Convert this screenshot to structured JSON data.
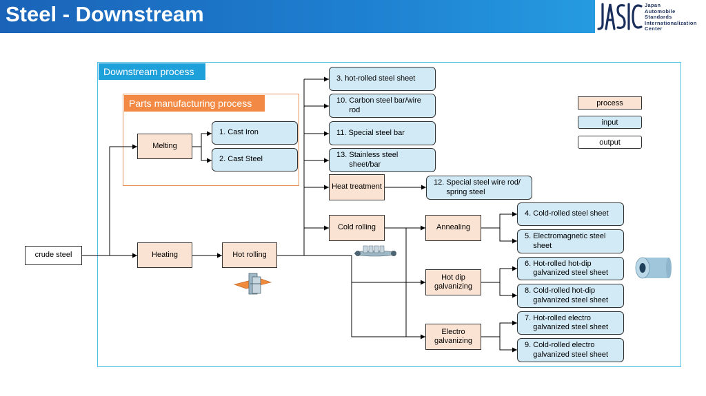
{
  "header": {
    "title": "Steel - Downstream",
    "logo": {
      "mark": "JASIC",
      "lines": [
        "Japan",
        "Automobile",
        "Standards",
        "Internationalization",
        "Center"
      ]
    }
  },
  "diagram": {
    "outer_label": "Downstream process",
    "parts_label": "Parts manufacturing process",
    "legend": {
      "process": "process",
      "input": "input",
      "output": "output"
    },
    "nodes": {
      "crude_steel": "crude steel",
      "melting": "Melting",
      "heating": "Heating",
      "hot_rolling": "Hot rolling",
      "heat_treatment": "Heat treatment",
      "cold_rolling": "Cold rolling",
      "annealing": "Annealing",
      "hot_dip_galvanizing": "Hot dip galvanizing",
      "electro_galvanizing": "Electro galvanizing"
    },
    "products": {
      "cast_iron": {
        "num": "1.",
        "label": "Cast Iron"
      },
      "cast_steel": {
        "num": "2.",
        "label": "Cast Steel"
      },
      "p3": {
        "num": "3.",
        "label": "hot-rolled steel sheet"
      },
      "p10": {
        "num": "10.",
        "label": "Carbon steel bar/wire rod"
      },
      "p11": {
        "num": "11.",
        "label": "Special steel bar"
      },
      "p13": {
        "num": "13.",
        "label": "Stainless steel sheet/bar"
      },
      "p12": {
        "num": "12.",
        "label": "Special steel wire rod/ spring steel"
      },
      "p4": {
        "num": "4.",
        "label": "Cold-rolled steel sheet"
      },
      "p5": {
        "num": "5.",
        "label": "Electromagnetic steel sheet"
      },
      "p6": {
        "num": "6.",
        "label": "Hot-rolled hot-dip galvanized steel sheet"
      },
      "p8": {
        "num": "8.",
        "label": "Cold-rolled hot-dip galvanized steel sheet"
      },
      "p7": {
        "num": "7.",
        "label": "Hot-rolled electro galvanized steel sheet"
      },
      "p9": {
        "num": "9.",
        "label": "Cold-rolled electro galvanized steel sheet"
      }
    },
    "colors": {
      "header": "#1e7fd0",
      "frame": "#55c0e8",
      "frame_label": "#1ea0db",
      "parts_label": "#f28a45",
      "process_fill": "#fbe3d3",
      "input_fill": "#d2eaf6"
    },
    "icons": [
      "hot-rolling-mill-icon",
      "cold-rolling-line-icon",
      "steel-coil-icon"
    ]
  }
}
